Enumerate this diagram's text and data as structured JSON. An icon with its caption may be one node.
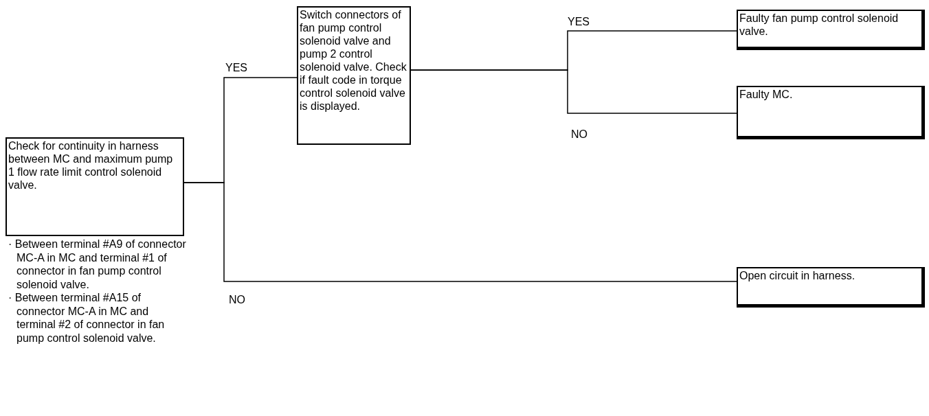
{
  "diagram": {
    "nodes": [
      {
        "text": [
          "Check for continuity in harness between MC and maximum pump 1 flow rate limit control solenoid valve."
        ],
        "beside": [
          "· Between terminal #A9 of connector MC-A in MC and terminal #1 of connector in fan pump control solenoid valve.",
          "· Between terminal #A15 of connector MC-A in MC and terminal #2 of connector in fan pump control solenoid valve."
        ]
      },
      {
        "text": [
          "Switch connectors of fan pump control solenoid valve and pump 2 control solenoid valve. Check if fault code in torque control solenoid valve is displayed."
        ]
      },
      {
        "text": [
          "Faulty fan pump control solenoid valve."
        ]
      },
      {
        "text": [
          "Faulty MC."
        ]
      },
      {
        "text": [
          "Open circuit in harness."
        ]
      }
    ],
    "edges": [
      {
        "from": 0,
        "to": 1,
        "arrow": "none",
        "label": "YES"
      },
      {
        "from": 0,
        "to": 4,
        "arrow": "none",
        "label": "NO"
      },
      {
        "from": 1,
        "to": 2,
        "arrow": "none",
        "label": "YES"
      },
      {
        "from": 1,
        "to": 3,
        "arrow": "none",
        "label": "NO"
      }
    ]
  }
}
